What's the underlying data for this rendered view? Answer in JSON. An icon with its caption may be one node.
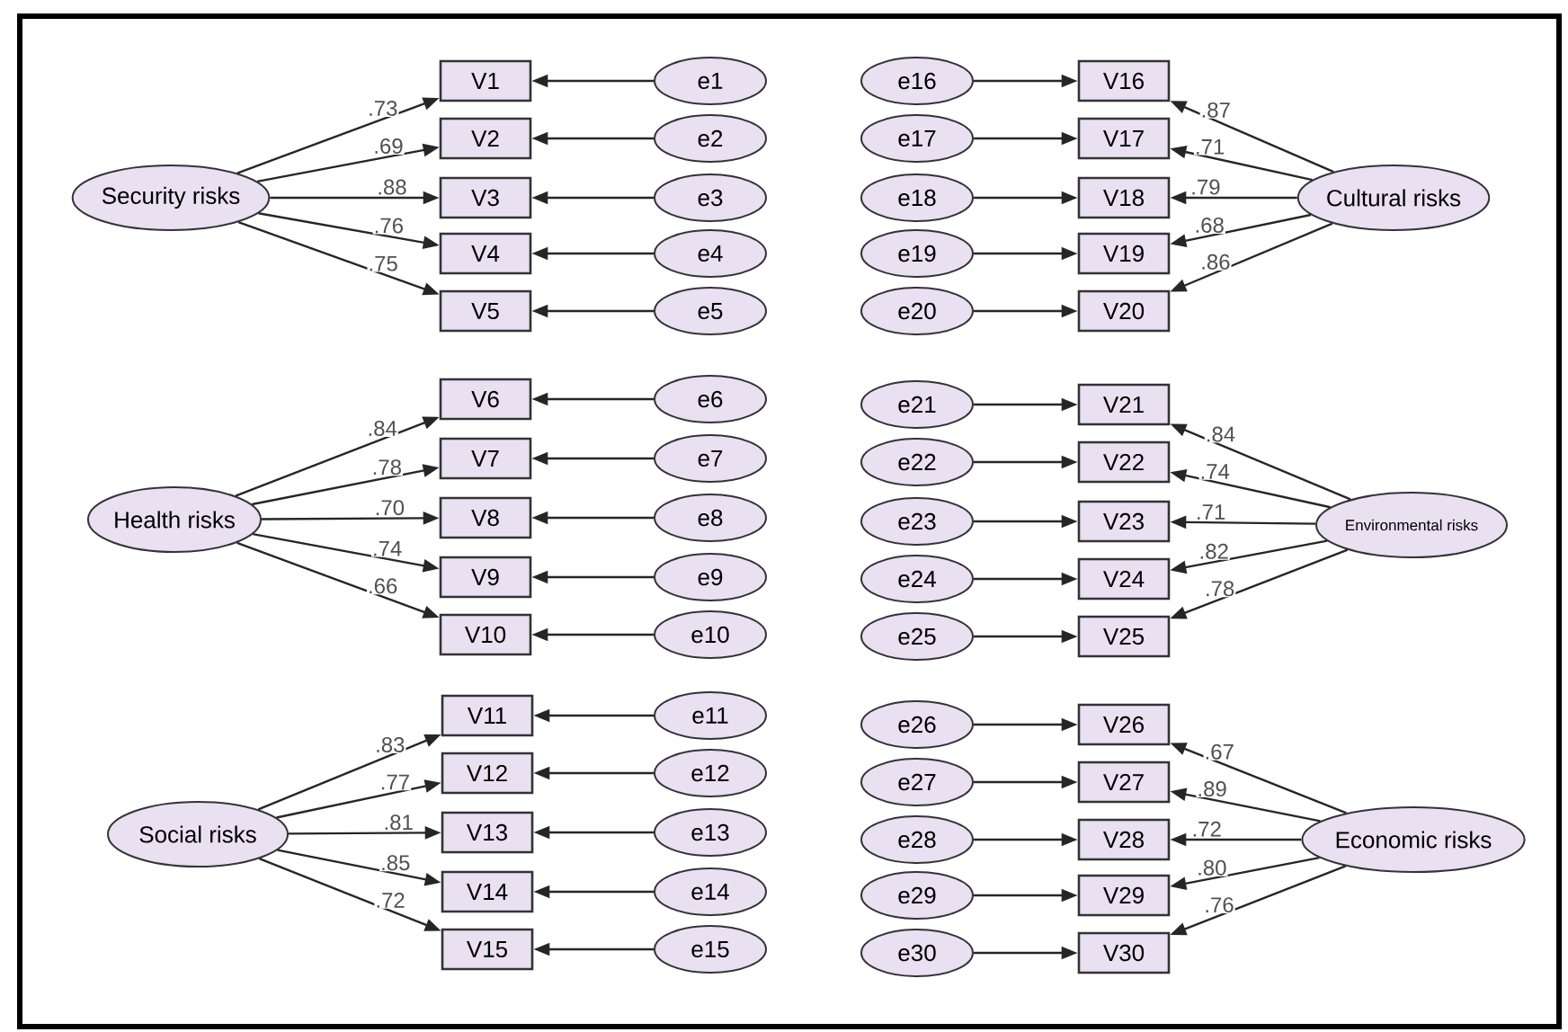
{
  "diagram": {
    "nodes": [
      {
        "text": [
          "Security risks"
        ]
      },
      {
        "text": [
          "V1"
        ]
      },
      {
        "text": [
          "V2"
        ]
      },
      {
        "text": [
          "V3"
        ]
      },
      {
        "text": [
          "V4"
        ]
      },
      {
        "text": [
          "V5"
        ]
      },
      {
        "text": [
          "e1"
        ]
      },
      {
        "text": [
          "e2"
        ]
      },
      {
        "text": [
          "e3"
        ]
      },
      {
        "text": [
          "e4"
        ]
      },
      {
        "text": [
          "e5"
        ]
      },
      {
        "text": [
          "Cultural risks"
        ]
      },
      {
        "text": [
          "V16"
        ]
      },
      {
        "text": [
          "V17"
        ]
      },
      {
        "text": [
          "V18"
        ]
      },
      {
        "text": [
          "V19"
        ]
      },
      {
        "text": [
          "V20"
        ]
      },
      {
        "text": [
          "e16"
        ]
      },
      {
        "text": [
          "e17"
        ]
      },
      {
        "text": [
          "e18"
        ]
      },
      {
        "text": [
          "e19"
        ]
      },
      {
        "text": [
          "e20"
        ]
      },
      {
        "text": [
          "Health risks"
        ]
      },
      {
        "text": [
          "V6"
        ]
      },
      {
        "text": [
          "V7"
        ]
      },
      {
        "text": [
          "V8"
        ]
      },
      {
        "text": [
          "V9"
        ]
      },
      {
        "text": [
          "V10"
        ]
      },
      {
        "text": [
          "e6"
        ]
      },
      {
        "text": [
          "e7"
        ]
      },
      {
        "text": [
          "e8"
        ]
      },
      {
        "text": [
          "e9"
        ]
      },
      {
        "text": [
          "e10"
        ]
      },
      {
        "text": [
          "Environmental risks"
        ]
      },
      {
        "text": [
          "V21"
        ]
      },
      {
        "text": [
          "V22"
        ]
      },
      {
        "text": [
          "V23"
        ]
      },
      {
        "text": [
          "V24"
        ]
      },
      {
        "text": [
          "V25"
        ]
      },
      {
        "text": [
          "e21"
        ]
      },
      {
        "text": [
          "e22"
        ]
      },
      {
        "text": [
          "e23"
        ]
      },
      {
        "text": [
          "e24"
        ]
      },
      {
        "text": [
          "e25"
        ]
      },
      {
        "text": [
          "Social risks"
        ]
      },
      {
        "text": [
          "V11"
        ]
      },
      {
        "text": [
          "V12"
        ]
      },
      {
        "text": [
          "V13"
        ]
      },
      {
        "text": [
          "V14"
        ]
      },
      {
        "text": [
          "V15"
        ]
      },
      {
        "text": [
          "e11"
        ]
      },
      {
        "text": [
          "e12"
        ]
      },
      {
        "text": [
          "e13"
        ]
      },
      {
        "text": [
          "e14"
        ]
      },
      {
        "text": [
          "e15"
        ]
      },
      {
        "text": [
          "Economic risks"
        ]
      },
      {
        "text": [
          "V26"
        ]
      },
      {
        "text": [
          "V27"
        ]
      },
      {
        "text": [
          "V28"
        ]
      },
      {
        "text": [
          "V29"
        ]
      },
      {
        "text": [
          "V30"
        ]
      },
      {
        "text": [
          "e26"
        ]
      },
      {
        "text": [
          "e27"
        ]
      },
      {
        "text": [
          "e28"
        ]
      },
      {
        "text": [
          "e29"
        ]
      },
      {
        "text": [
          "e30"
        ]
      }
    ],
    "edges": [
      {
        "from": 0,
        "to": 1,
        "arrow": "to",
        "label": ".73"
      },
      {
        "from": 0,
        "to": 2,
        "arrow": "to",
        "label": ".69"
      },
      {
        "from": 0,
        "to": 3,
        "arrow": "to",
        "label": ".88"
      },
      {
        "from": 0,
        "to": 4,
        "arrow": "to",
        "label": ".76"
      },
      {
        "from": 0,
        "to": 5,
        "arrow": "to",
        "label": ".75"
      },
      {
        "from": 6,
        "to": 1,
        "arrow": "to"
      },
      {
        "from": 7,
        "to": 2,
        "arrow": "to"
      },
      {
        "from": 8,
        "to": 3,
        "arrow": "to"
      },
      {
        "from": 9,
        "to": 4,
        "arrow": "to"
      },
      {
        "from": 10,
        "to": 5,
        "arrow": "to"
      },
      {
        "from": 11,
        "to": 12,
        "arrow": "to",
        "label": ".87"
      },
      {
        "from": 11,
        "to": 13,
        "arrow": "to",
        "label": ".71"
      },
      {
        "from": 11,
        "to": 14,
        "arrow": "to",
        "label": ".79"
      },
      {
        "from": 11,
        "to": 15,
        "arrow": "to",
        "label": ".68"
      },
      {
        "from": 11,
        "to": 16,
        "arrow": "to",
        "label": ".86"
      },
      {
        "from": 17,
        "to": 12,
        "arrow": "to"
      },
      {
        "from": 18,
        "to": 13,
        "arrow": "to"
      },
      {
        "from": 19,
        "to": 14,
        "arrow": "to"
      },
      {
        "from": 20,
        "to": 15,
        "arrow": "to"
      },
      {
        "from": 21,
        "to": 16,
        "arrow": "to"
      },
      {
        "from": 22,
        "to": 23,
        "arrow": "to",
        "label": ".84"
      },
      {
        "from": 22,
        "to": 24,
        "arrow": "to",
        "label": ".78"
      },
      {
        "from": 22,
        "to": 25,
        "arrow": "to",
        "label": ".70"
      },
      {
        "from": 22,
        "to": 26,
        "arrow": "to",
        "label": ".74"
      },
      {
        "from": 22,
        "to": 27,
        "arrow": "to",
        "label": ".66"
      },
      {
        "from": 28,
        "to": 23,
        "arrow": "to"
      },
      {
        "from": 29,
        "to": 24,
        "arrow": "to"
      },
      {
        "from": 30,
        "to": 25,
        "arrow": "to"
      },
      {
        "from": 31,
        "to": 26,
        "arrow": "to"
      },
      {
        "from": 32,
        "to": 27,
        "arrow": "to"
      },
      {
        "from": 33,
        "to": 34,
        "arrow": "to",
        "label": ".84"
      },
      {
        "from": 33,
        "to": 35,
        "arrow": "to",
        "label": ".74"
      },
      {
        "from": 33,
        "to": 36,
        "arrow": "to",
        "label": ".71"
      },
      {
        "from": 33,
        "to": 37,
        "arrow": "to",
        "label": ".82"
      },
      {
        "from": 33,
        "to": 38,
        "arrow": "to",
        "label": ".78"
      },
      {
        "from": 39,
        "to": 34,
        "arrow": "to"
      },
      {
        "from": 40,
        "to": 35,
        "arrow": "to"
      },
      {
        "from": 41,
        "to": 36,
        "arrow": "to"
      },
      {
        "from": 42,
        "to": 37,
        "arrow": "to"
      },
      {
        "from": 43,
        "to": 38,
        "arrow": "to"
      },
      {
        "from": 44,
        "to": 45,
        "arrow": "to",
        "label": ".83"
      },
      {
        "from": 44,
        "to": 46,
        "arrow": "to",
        "label": ".77"
      },
      {
        "from": 44,
        "to": 47,
        "arrow": "to",
        "label": ".81"
      },
      {
        "from": 44,
        "to": 48,
        "arrow": "to",
        "label": ".85"
      },
      {
        "from": 44,
        "to": 49,
        "arrow": "to",
        "label": ".72"
      },
      {
        "from": 50,
        "to": 45,
        "arrow": "to"
      },
      {
        "from": 51,
        "to": 46,
        "arrow": "to"
      },
      {
        "from": 52,
        "to": 47,
        "arrow": "to"
      },
      {
        "from": 53,
        "to": 48,
        "arrow": "to"
      },
      {
        "from": 54,
        "to": 49,
        "arrow": "to"
      },
      {
        "from": 55,
        "to": 56,
        "arrow": "to",
        "label": ".67"
      },
      {
        "from": 55,
        "to": 57,
        "arrow": "to",
        "label": ".89"
      },
      {
        "from": 55,
        "to": 58,
        "arrow": "to",
        "label": ".72"
      },
      {
        "from": 55,
        "to": 59,
        "arrow": "to",
        "label": ".80"
      },
      {
        "from": 55,
        "to": 60,
        "arrow": "to",
        "label": ".76"
      },
      {
        "from": 61,
        "to": 56,
        "arrow": "to"
      },
      {
        "from": 62,
        "to": 57,
        "arrow": "to"
      },
      {
        "from": 63,
        "to": 58,
        "arrow": "to"
      },
      {
        "from": 64,
        "to": 59,
        "arrow": "to"
      },
      {
        "from": 65,
        "to": 60,
        "arrow": "to"
      }
    ]
  }
}
